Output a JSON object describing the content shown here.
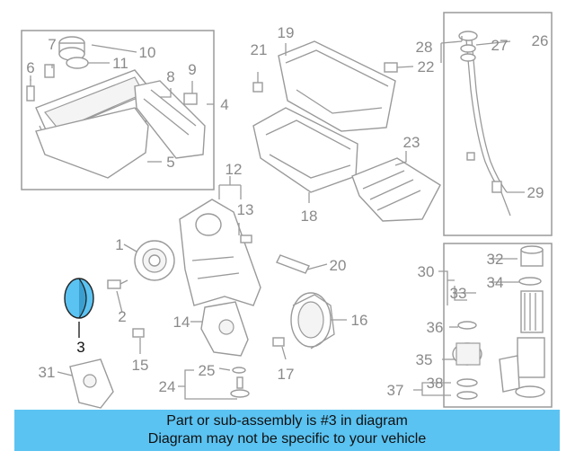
{
  "highlighted_part": "3",
  "callouts": {
    "c1": "1",
    "c2": "2",
    "c3": "3",
    "c4": "4",
    "c5": "5",
    "c6": "6",
    "c7": "7",
    "c8": "8",
    "c9": "9",
    "c10": "10",
    "c11": "11",
    "c12": "12",
    "c13": "13",
    "c14": "14",
    "c15": "15",
    "c16": "16",
    "c17": "17",
    "c18": "18",
    "c19": "19",
    "c20": "20",
    "c21": "21",
    "c22": "22",
    "c23": "23",
    "c24": "24",
    "c25": "25",
    "c26": "26",
    "c27": "27",
    "c28": "28",
    "c29": "29",
    "c30": "30",
    "c31": "31",
    "c32": "32",
    "c33": "33",
    "c34": "34",
    "c35": "35",
    "c36": "36",
    "c37": "37",
    "c38": "38"
  },
  "caption": {
    "line1": "Part or sub-assembly is #3 in diagram",
    "line2": "Diagram may not be specific to your vehicle"
  },
  "colors": {
    "highlight_fill": "#5bc3f2",
    "caption_bg": "#5bc3f2",
    "line_gray": "#9a9a9a"
  }
}
